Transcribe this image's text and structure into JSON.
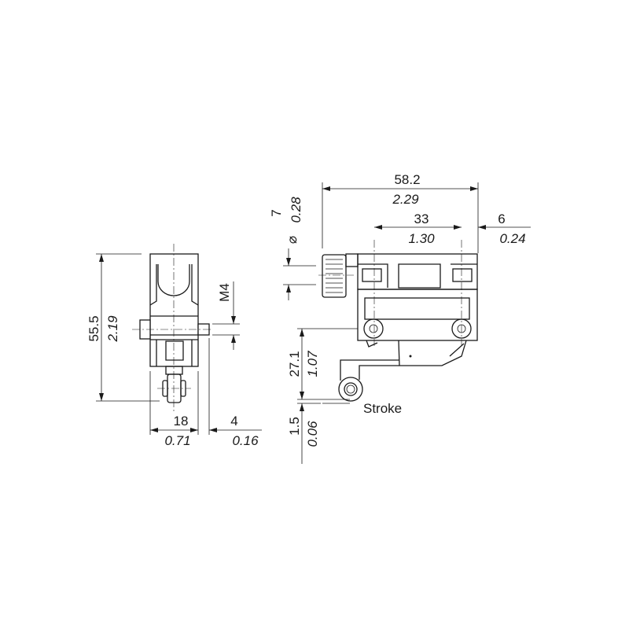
{
  "side_view": {
    "height_mm": "55.5",
    "height_in": "2.19",
    "width_mm": "18",
    "width_in": "0.71",
    "shaft_mm": "4",
    "shaft_in": "0.16",
    "thread": "M4"
  },
  "front_view": {
    "length_mm": "58.2",
    "length_in": "2.29",
    "hole_pitch_mm": "33",
    "hole_pitch_in": "1.30",
    "offset_mm": "6",
    "offset_in": "0.24",
    "diameter_mm": "7",
    "diameter_in": "0.28",
    "diameter_symbol": "⌀",
    "lever_mm": "27.1",
    "lever_in": "1.07",
    "stroke_mm": "1.5",
    "stroke_in": "0.06",
    "stroke_label": "Stroke"
  }
}
